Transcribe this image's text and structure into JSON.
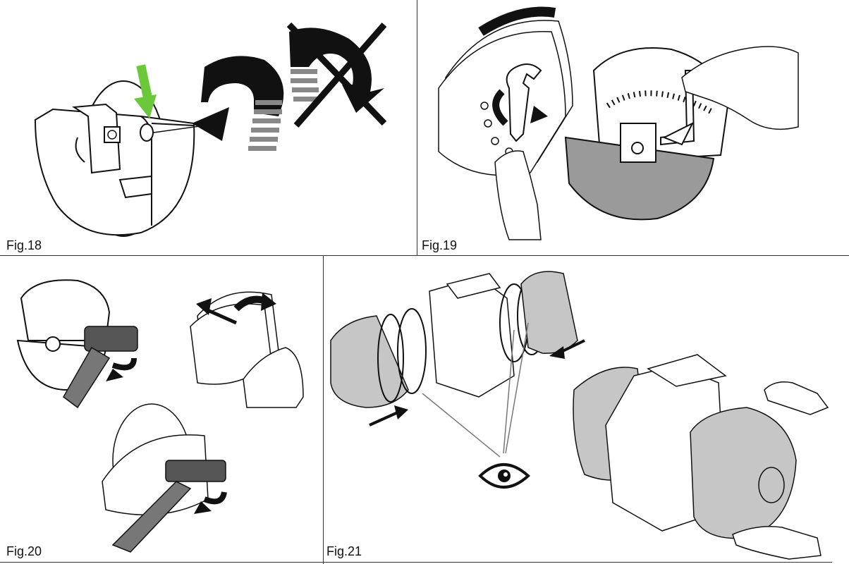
{
  "figures": [
    {
      "caption": "Fig.18"
    },
    {
      "caption": "Fig.19"
    },
    {
      "caption": "Fig.20"
    },
    {
      "caption": "Fig.21"
    }
  ],
  "icons": {
    "fig18": [
      "green-arrow-icon",
      "rotate-correct-icon",
      "rotate-wrong-crossed-icon"
    ],
    "fig19": [
      "wrench-icon",
      "hex-key-icon",
      "rotate-arrow-icon"
    ],
    "fig20": [
      "torque-wrench-icon",
      "rotate-arrow-icon",
      "pull-arrow-icon"
    ],
    "fig21": [
      "black-arrow-icon",
      "eye-icon",
      "hand-icon"
    ]
  },
  "colors": {
    "highlight_arrow": "#6bc83a",
    "cover_gray": "#c6c6c6",
    "line": "#111111"
  }
}
